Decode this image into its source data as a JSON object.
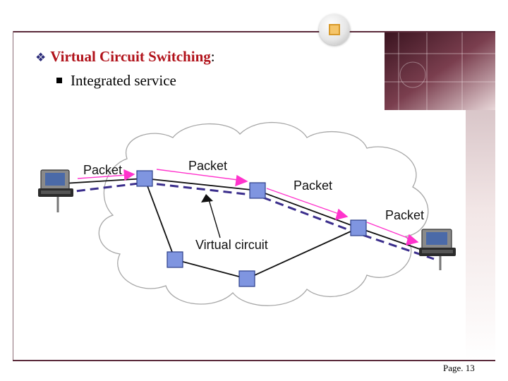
{
  "slide": {
    "title": "Virtual Circuit Switching",
    "title_colon": ":",
    "title_marker": "diamond-bullet",
    "bullets": [
      "Integrated service"
    ],
    "page_label": "Page. 13"
  },
  "diagram": {
    "labels": {
      "packet_1": "Packet",
      "packet_2": "Packet",
      "packet_3": "Packet",
      "packet_4": "Packet",
      "virtual_circuit": "Virtual circuit"
    },
    "colors": {
      "packet_path": "#ff33cc",
      "virtual_circuit": "#3b2e8c",
      "switch_fill": "#7f95e0",
      "cloud_stroke": "#a7a7a7"
    }
  }
}
